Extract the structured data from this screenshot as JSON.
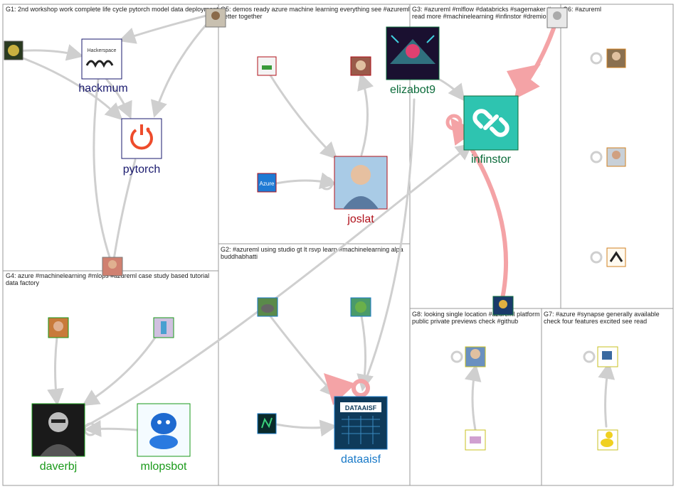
{
  "groups": [
    {
      "id": "G1",
      "label": "G1: 2nd workshop work complete life cycle pytorch model data deployment",
      "label2": ""
    },
    {
      "id": "G5",
      "label": "G5: demos ready azure machine learning everything see #azureml",
      "label2": "better together"
    },
    {
      "id": "G3",
      "label": "G3: #azureml #mlflow #databricks #sagemaker #gcp",
      "label2": "read more #machinelearning #infinstor #dremio"
    },
    {
      "id": "G6",
      "label": "G6: #azureml",
      "label2": ""
    },
    {
      "id": "G4",
      "label": "G4: azure #machinelearning #mlops #azureml case study based tutorial",
      "label2": "data factory"
    },
    {
      "id": "G2",
      "label": "G2: #azureml using studio gt lt rsvp learn #machinelearning alpa",
      "label2": "buddhabhatti"
    },
    {
      "id": "G8",
      "label": "G8: looking single location #azureml platform",
      "label2": "public private previews check #github"
    },
    {
      "id": "G7",
      "label": "G7: #azure #synapse generally available",
      "label2": "check four features excited see read"
    }
  ],
  "nodes": [
    {
      "id": "hackmum",
      "label": "hackmum",
      "color": "#1a1a6e",
      "icon": "hackerspace-logo-icon",
      "badge": "Hackerspace"
    },
    {
      "id": "pytorch",
      "label": "pytorch",
      "color": "#1a1a6e",
      "icon": "pytorch-logo-icon"
    },
    {
      "id": "joslat",
      "label": "joslat",
      "color": "#b0101a",
      "icon": "person-avatar-icon"
    },
    {
      "id": "elizabot9",
      "label": "elizabot9",
      "color": "#0b6b3a",
      "icon": "robot-art-icon"
    },
    {
      "id": "infinstor",
      "label": "infinstor",
      "color": "#0b6b3a",
      "icon": "infinstor-logo-icon"
    },
    {
      "id": "daverbj",
      "label": "daverbj",
      "color": "#1a9a1a",
      "icon": "person-avatar-icon"
    },
    {
      "id": "mlopsbot",
      "label": "mlopsbot",
      "color": "#1a9a1a",
      "icon": "robot-icon"
    },
    {
      "id": "dataaisf",
      "label": "dataaisf",
      "color": "#1a7ac8",
      "icon": "dataaisf-logo-icon",
      "badge": "DATAAISF"
    }
  ],
  "small_nodes": {
    "azure_tile": "Azure"
  },
  "colors": {
    "border": "#9a9a9a",
    "edge": "#cfcfcf",
    "edge_hot": "#f4a3a6"
  }
}
